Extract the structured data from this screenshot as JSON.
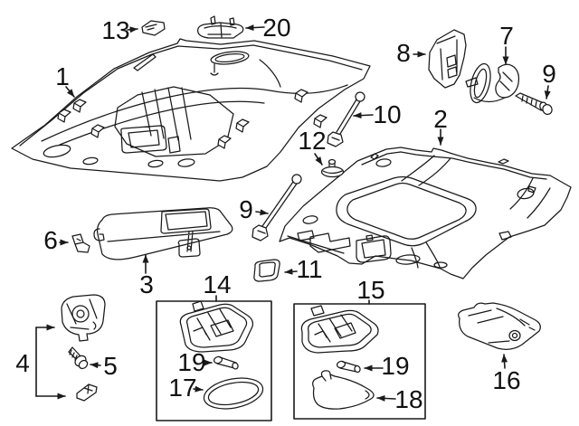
{
  "figure": {
    "type": "exploded-parts-diagram",
    "background": "#ffffff",
    "line_color": "#1a1a1a",
    "text_color": "#111111"
  },
  "callouts": {
    "c1": "1",
    "c2": "2",
    "c3": "3",
    "c4": "4",
    "c5": "5",
    "c6": "6",
    "c7": "7",
    "c8": "8",
    "c9": "9",
    "c10": "10",
    "c11": "11",
    "c12": "12",
    "c13": "13",
    "c14": "14",
    "c15": "15",
    "c16": "16",
    "c17": "17",
    "c18": "18",
    "c19": "19",
    "c20": "20"
  }
}
